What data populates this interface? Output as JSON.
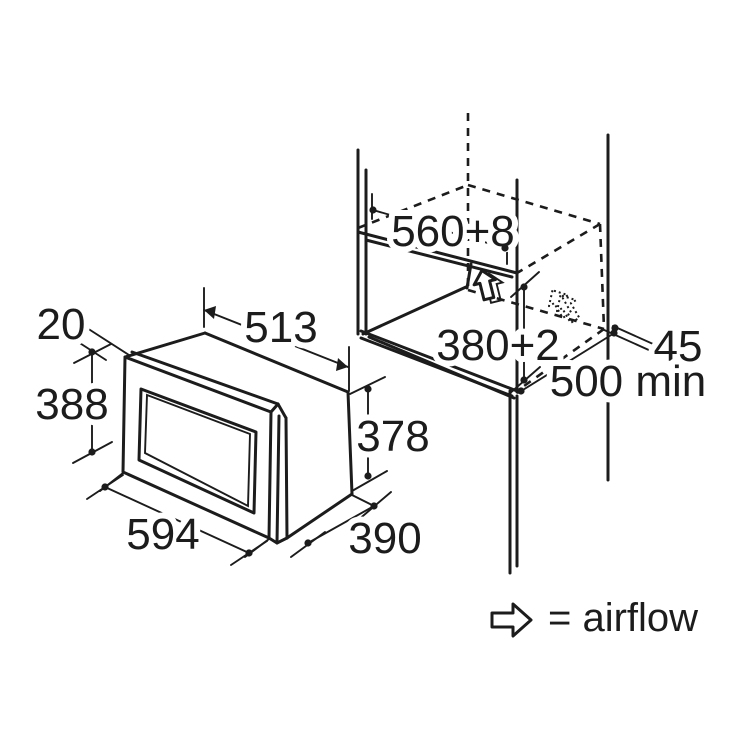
{
  "diagram": {
    "title": "built-in microwave installation dimensions drawing",
    "colors": {
      "line": "#1c1c1c",
      "background": "#ffffff"
    },
    "labels": {
      "door_protrusion": "20",
      "body_width": "513",
      "door_height": "388",
      "door_width": "594",
      "body_height": "378",
      "body_depth": "390",
      "niche_width": "560+8",
      "niche_height": "380+2",
      "rear_clearance": "45",
      "cabinet_min_depth": "500 min"
    },
    "legend": {
      "symbol": "airflow-arrow",
      "text": "= airflow"
    }
  }
}
